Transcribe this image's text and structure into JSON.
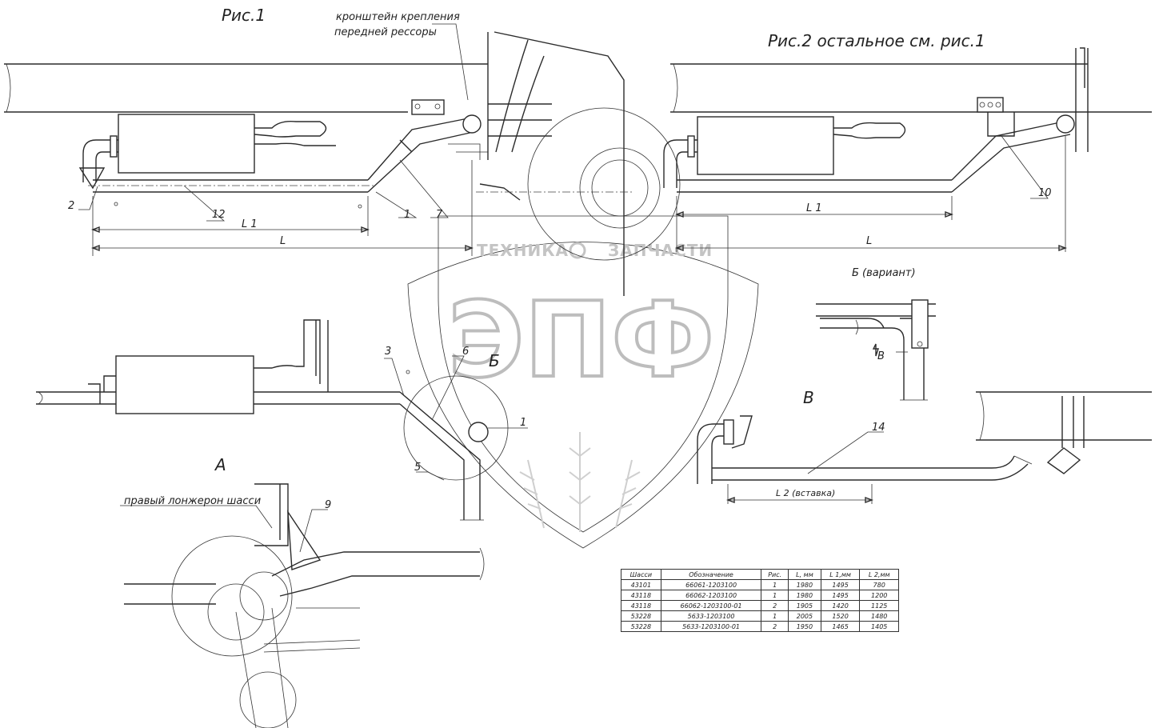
{
  "figure1": {
    "title": "Рис.1",
    "callout": [
      "кронштейн крепления",
      "передней рессоры"
    ]
  },
  "figure2": {
    "title": "Рис.2 остальное см. рис.1"
  },
  "view_a": {
    "label": "А",
    "callout": "правый лонжерон шасси"
  },
  "view_b": {
    "label": "Б (вариант)",
    "arrow_label": "В",
    "marker": "Б"
  },
  "view_v": {
    "label": "В",
    "dimension": "L 2 (вставка)"
  },
  "dimensions": {
    "l1": "L 1",
    "l": "L"
  },
  "part_numbers": {
    "n1": "1",
    "n2": "2",
    "n3": "3",
    "n5": "5",
    "n6": "6",
    "n7": "7",
    "n9": "9",
    "n10": "10",
    "n12": "12",
    "n14": "14"
  },
  "watermark": {
    "top": "ТЕХНИКА",
    "top_right": "ЗАПЧАСТИ",
    "big": "ЭПФ"
  },
  "table": {
    "headers": [
      "Шасси",
      "Обозначение",
      "Рис.",
      "L, мм",
      "L 1,мм",
      "L 2,мм"
    ],
    "rows": [
      [
        "43101",
        "66061-1203100",
        "1",
        "1980",
        "1495",
        "780"
      ],
      [
        "43118",
        "66062-1203100",
        "1",
        "1980",
        "1495",
        "1200"
      ],
      [
        "43118",
        "66062-1203100-01",
        "2",
        "1905",
        "1420",
        "1125"
      ],
      [
        "53228",
        "5633-1203100",
        "1",
        "2005",
        "1520",
        "1480"
      ],
      [
        "53228",
        "5633-1203100-01",
        "2",
        "1950",
        "1465",
        "1405"
      ]
    ]
  }
}
